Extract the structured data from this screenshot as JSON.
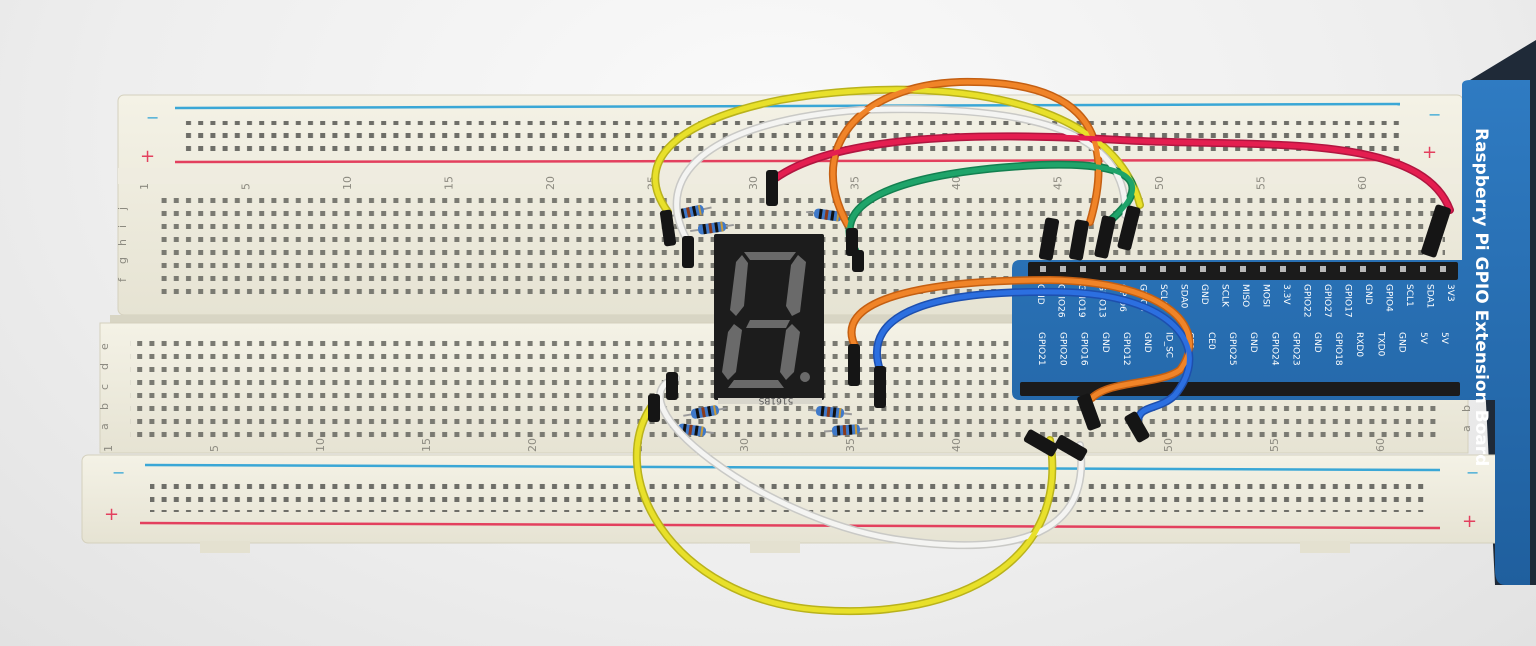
{
  "photo": {
    "extension_board": {
      "title": "Raspberry Pi GPIO Extension Board",
      "top_row_labels": [
        "3V3",
        "SDA1",
        "SCL1",
        "GPIO4",
        "GND",
        "GPIO17",
        "GPIO27",
        "GPIO22",
        "3.3V",
        "MOSI",
        "MISO",
        "SCLK",
        "GND",
        "SDA0",
        "SCL0",
        "GPIO5",
        "GPIO6",
        "GPIO13",
        "GPIO19",
        "GPIO26",
        "GND"
      ],
      "bottom_row_labels": [
        "5V",
        "5V",
        "GND",
        "TXD0",
        "RXD0",
        "GPIO18",
        "GND",
        "GPIO23",
        "GPIO24",
        "GND",
        "GPIO25",
        "CE0",
        "CE1",
        "ID_SC",
        "GND",
        "GPIO12",
        "GND",
        "GPIO16",
        "GPIO20",
        "GPIO21"
      ]
    },
    "breadboard": {
      "column_numbers_top": [
        "1",
        "5",
        "10",
        "15",
        "20",
        "25",
        "30",
        "35",
        "40",
        "45",
        "50",
        "55",
        "60"
      ],
      "column_numbers_bottom": [
        "1",
        "5",
        "10",
        "15",
        "20",
        "25",
        "30",
        "35",
        "40",
        "45",
        "50",
        "55",
        "60"
      ],
      "row_letters_top": [
        "j",
        "i",
        "h",
        "g",
        "f"
      ],
      "row_letters_bottom": [
        "e",
        "d",
        "c",
        "b",
        "a"
      ],
      "rail_plus": "+",
      "rail_minus": "−"
    },
    "display": {
      "part_label": "5161BS"
    },
    "wire_colors": {
      "yellow": "#e8e02a",
      "white": "#f4f4f2",
      "orange": "#f08428",
      "red": "#e41e50",
      "green": "#1fa46a",
      "blue": "#2c6fe0"
    }
  }
}
